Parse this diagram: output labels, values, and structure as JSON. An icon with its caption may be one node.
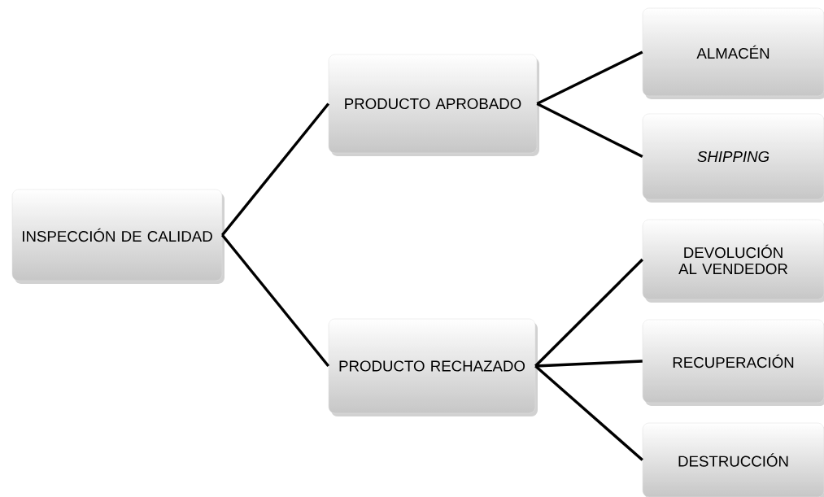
{
  "diagram": {
    "nodes": [
      {
        "text": [
          "INSPECCIÓN DE CALIDAD"
        ]
      },
      {
        "text": [
          "PRODUCTO APROBADO"
        ]
      },
      {
        "text": [
          "PRODUCTO RECHAZADO"
        ]
      },
      {
        "text": [
          "ALMACÉN"
        ]
      },
      {
        "text": [
          "SHIPPING"
        ]
      },
      {
        "text": [
          "DEVOLUCIÓN AL VENDEDOR"
        ]
      },
      {
        "text": [
          "RECUPERACIÓN"
        ]
      },
      {
        "text": [
          "DESTRUCCIÓN"
        ]
      }
    ],
    "edges": [
      {
        "from": 0,
        "to": 1,
        "arrow": "none"
      },
      {
        "from": 0,
        "to": 2,
        "arrow": "none"
      },
      {
        "from": 1,
        "to": 3,
        "arrow": "none"
      },
      {
        "from": 1,
        "to": 4,
        "arrow": "none"
      },
      {
        "from": 2,
        "to": 5,
        "arrow": "none"
      },
      {
        "from": 2,
        "to": 6,
        "arrow": "none"
      },
      {
        "from": 2,
        "to": 7,
        "arrow": "none"
      }
    ]
  }
}
